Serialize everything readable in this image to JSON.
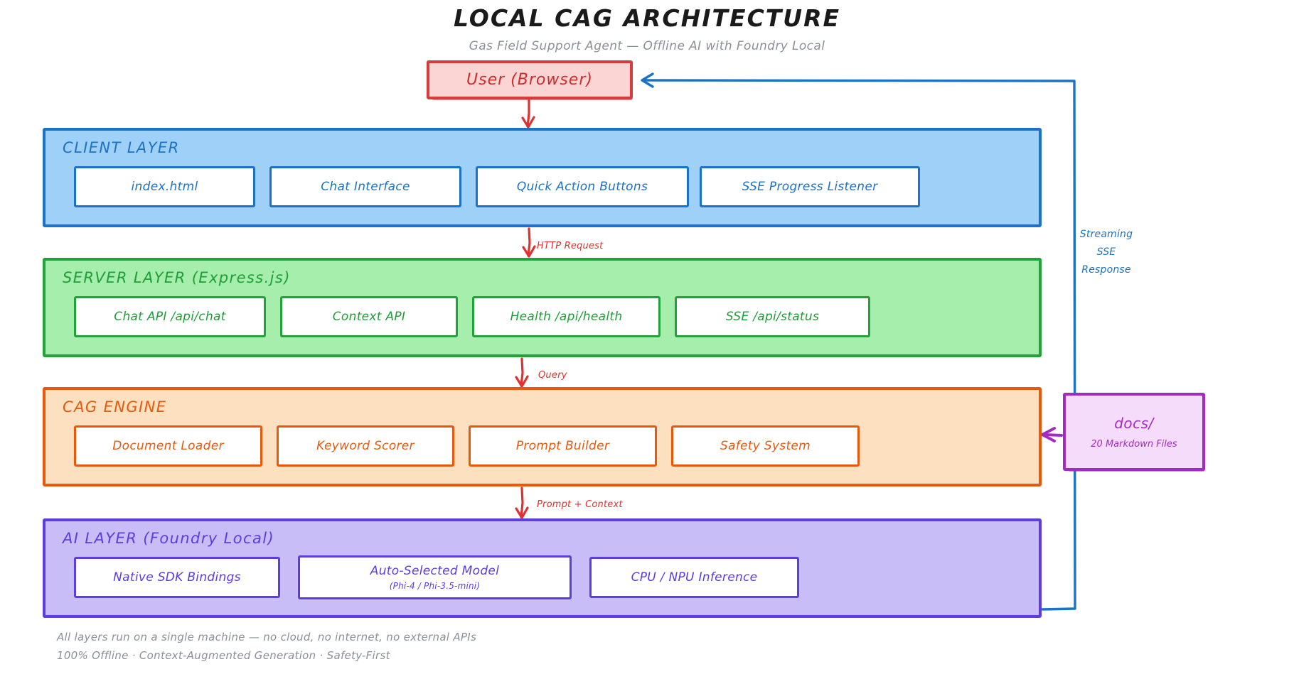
{
  "header": {
    "title": "LOCAL CAG ARCHITECTURE",
    "subtitle": "Gas Field Support Agent  —  Offline AI with Foundry Local"
  },
  "user_node": {
    "label": "User  (Browser)",
    "color": "#d63c3c"
  },
  "layers": [
    {
      "id": "client",
      "title": "CLIENT LAYER",
      "color": "#1c72c4",
      "fill": "#9fd0f7",
      "nodes": [
        {
          "label": "index.html"
        },
        {
          "label": "Chat Interface"
        },
        {
          "label": "Quick Action Buttons"
        },
        {
          "label": "SSE Progress Listener"
        }
      ]
    },
    {
      "id": "server",
      "title": "SERVER LAYER  (Express.js)",
      "color": "#1f9e38",
      "fill": "#a6eeab",
      "nodes": [
        {
          "label": "Chat API /api/chat"
        },
        {
          "label": "Context API"
        },
        {
          "label": "Health /api/health"
        },
        {
          "label": "SSE /api/status"
        }
      ]
    },
    {
      "id": "cag",
      "title": "CAG ENGINE",
      "color": "#e8590c",
      "fill": "#fce0c0",
      "nodes": [
        {
          "label": "Document Loader"
        },
        {
          "label": "Keyword Scorer"
        },
        {
          "label": "Prompt Builder"
        },
        {
          "label": "Safety System"
        }
      ]
    },
    {
      "id": "ai",
      "title": "AI LAYER  (Foundry Local)",
      "color": "#5b3de0",
      "fill": "#c9bdf7",
      "nodes": [
        {
          "label": "Native SDK Bindings"
        },
        {
          "label": "Auto-Selected Model",
          "sublabel": "(Phi-4 / Phi-3.5-mini)"
        },
        {
          "label": "CPU / NPU Inference"
        }
      ]
    }
  ],
  "docs_node": {
    "label": "docs/",
    "sublabel": "20 Markdown Files",
    "color": "#a32bc4"
  },
  "arrows": {
    "user_to_client": {
      "label": "",
      "color": "#e03131"
    },
    "client_to_server": {
      "label": "HTTP Request",
      "color": "#e03131"
    },
    "server_to_cag": {
      "label": "Query",
      "color": "#e03131"
    },
    "cag_to_ai": {
      "label": "Prompt + Context",
      "color": "#e03131"
    },
    "ai_to_user": {
      "label_line1": "Streaming",
      "label_line2": "SSE",
      "label_line3": "Response",
      "color": "#1c72c4"
    },
    "docs_to_cag": {
      "label": "",
      "color": "#a32bc4"
    }
  },
  "footer": {
    "line1": "All layers run on a single machine  —  no cloud, no internet, no external APIs",
    "line2": "100% Offline  ·  Context-Augmented Generation  ·  Safety-First"
  }
}
